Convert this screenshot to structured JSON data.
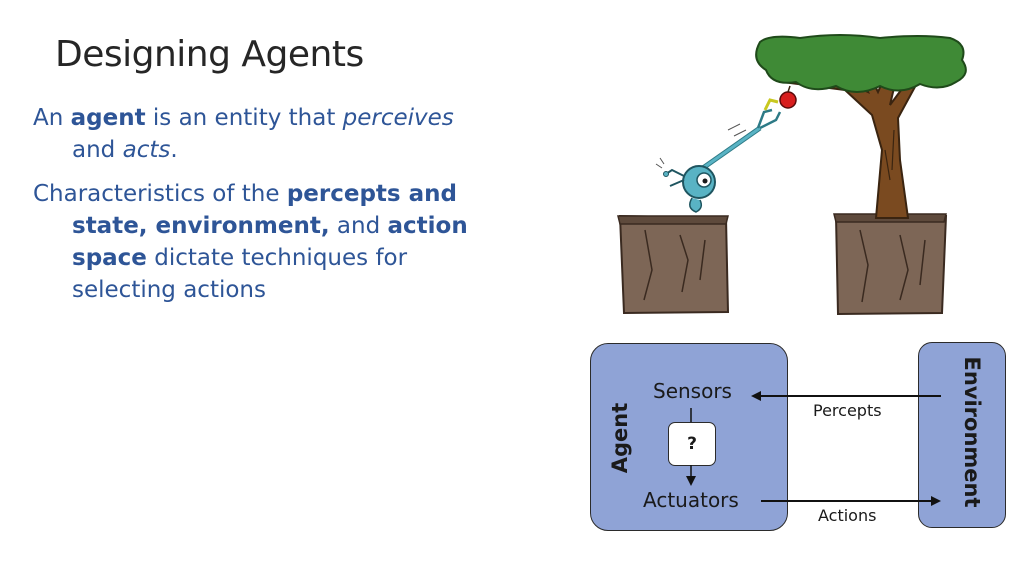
{
  "slide": {
    "title": "Designing Agents",
    "paragraph1": {
      "t1": "An ",
      "b1": "agent",
      "t2": " is an entity that ",
      "i1": "perceives",
      "t3": " and ",
      "i2": "acts",
      "t4": "."
    },
    "paragraph2": {
      "t1": "Characteristics of the ",
      "b1": "percepts and state, environment,",
      "t2": " and ",
      "b2": "action space",
      "t3": " dictate techniques for selecting actions"
    }
  },
  "diagram": {
    "agent_label": "Agent",
    "environment_label": "Environment",
    "sensors_label": "Sensors",
    "actuators_label": "Actuators",
    "unknown_label": "?",
    "percepts_label": "Percepts",
    "actions_label": "Actions"
  },
  "colors": {
    "body_text": "#2e5597",
    "box_fill": "#8fa3d6",
    "foliage": "#3f8a36",
    "trunk": "#7a4a20",
    "cliff": "#7d6656",
    "robot": "#59b3c4",
    "apple": "#d81e1e"
  },
  "illustration": {
    "description_icon": "robot-reaching-apple-illustration"
  }
}
